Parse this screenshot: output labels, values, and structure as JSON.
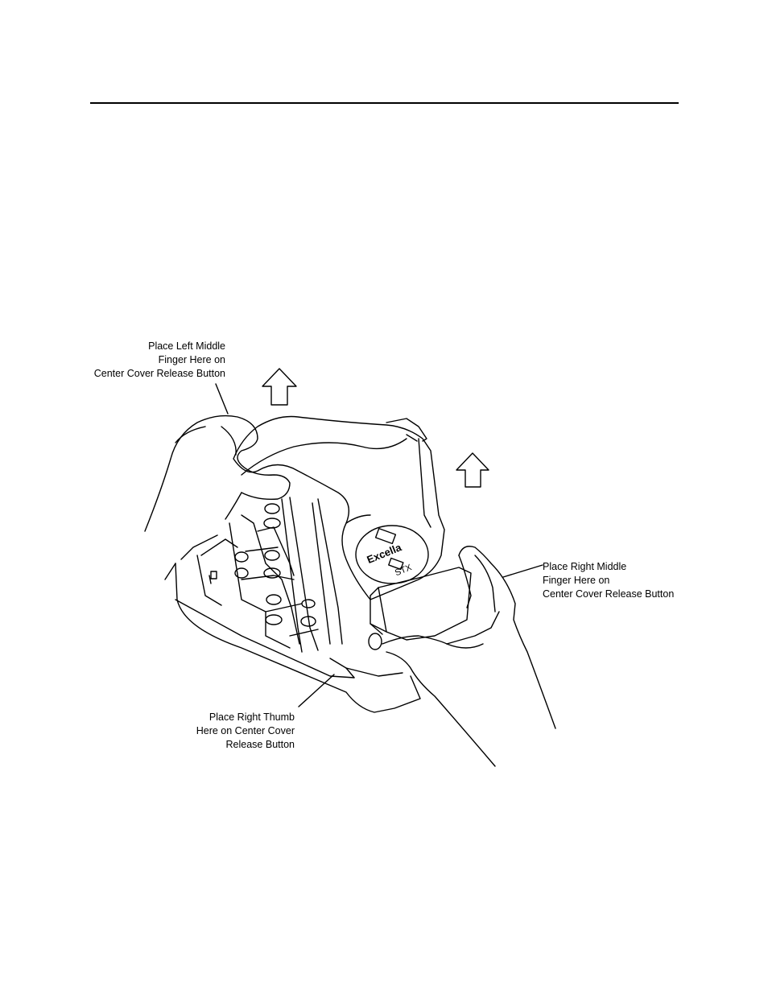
{
  "figure": {
    "callouts": {
      "left_middle": {
        "lines": [
          "Place Left Middle",
          "Finger Here on",
          "Center Cover Release Button"
        ]
      },
      "right_middle": {
        "lines": [
          "Place Right Middle",
          "Finger Here on",
          "Center Cover Release Button"
        ]
      },
      "right_thumb": {
        "lines": [
          "Place Right Thumb",
          "Here on Center Cover",
          "Release Button"
        ]
      }
    },
    "device_label": {
      "brand": "Excella",
      "model": "STX"
    }
  }
}
